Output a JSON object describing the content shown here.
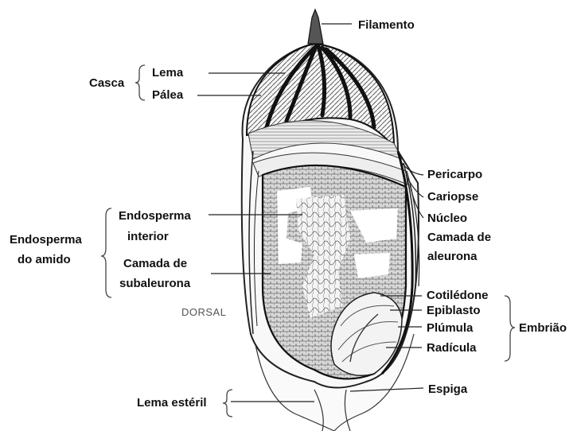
{
  "labels": {
    "filamento": "Filamento",
    "casca": "Casca",
    "lema": "Lema",
    "palea": "Pálea",
    "pericarpo": "Pericarpo",
    "cariopse": "Cariopse",
    "nucleo": "Núcleo",
    "camada_aleurona_1": "Camada de",
    "camada_aleurona_2": "aleurona",
    "endosperma_interior_1": "Endosperma",
    "endosperma_interior_2": "interior",
    "endosperma_amido_1": "Endosperma",
    "endosperma_amido_2": "do amido",
    "subaleurona_1": "Camada de",
    "subaleurona_2": "subaleurona",
    "dorsal": "DORSAL",
    "cotiledone": "Cotilédone",
    "epiblasto": "Epiblasto",
    "plumula": "Plúmula",
    "radicula": "Radícula",
    "embriao": "Embrião",
    "espiga": "Espiga",
    "lema_esteril": "Lema estéril"
  }
}
